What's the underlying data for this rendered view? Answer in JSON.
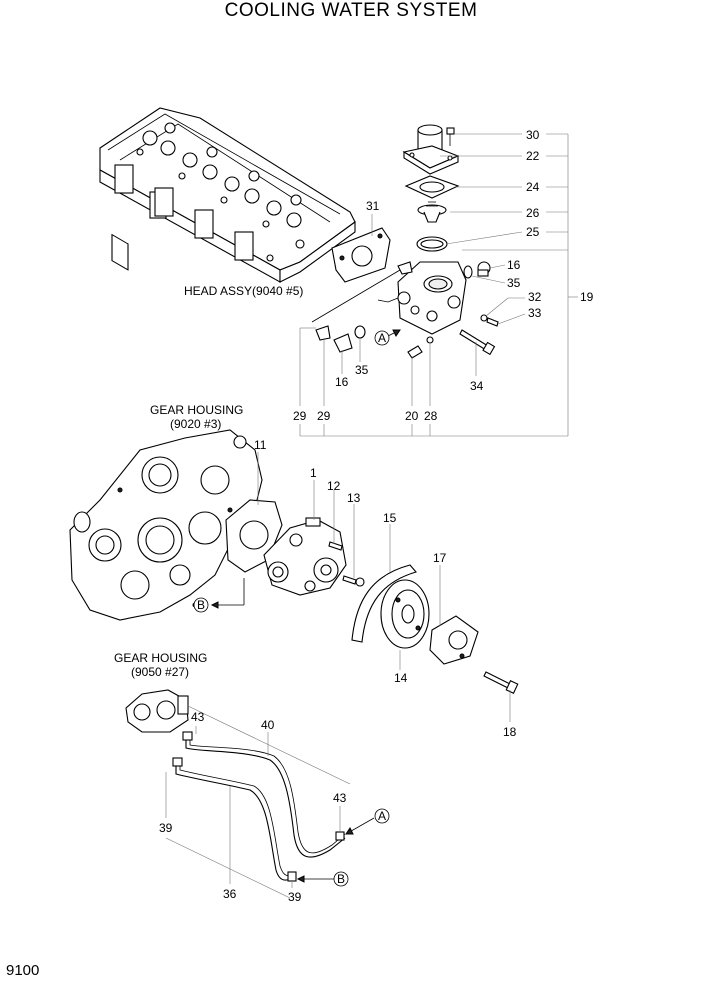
{
  "title": "COOLING WATER SYSTEM",
  "page_number": "9100",
  "assembly_labels": {
    "head_assy": "HEAD ASSY(9040 #5)",
    "gear_housing_1_line1": "GEAR HOUSING",
    "gear_housing_1_line2": "(9020 #3)",
    "gear_housing_2_line1": "GEAR HOUSING",
    "gear_housing_2_line2": "(9050 #27)"
  },
  "connectors": {
    "a": "A",
    "b": "B"
  },
  "callouts": {
    "p30": "30",
    "p22": "22",
    "p24": "24",
    "p26": "26",
    "p25": "25",
    "p31": "31",
    "p16a": "16",
    "p35a": "35",
    "p32": "32",
    "p33": "33",
    "p19": "19",
    "p16b": "16",
    "p35b": "35",
    "p34": "34",
    "p29a": "29",
    "p29b": "29",
    "p20": "20",
    "p28": "28",
    "p11": "11",
    "p1": "1",
    "p12": "12",
    "p13": "13",
    "p15": "15",
    "p17": "17",
    "p14": "14",
    "p18": "18",
    "p43a": "43",
    "p40": "40",
    "p43b": "43",
    "p39a": "39",
    "p36": "36",
    "p39b": "39"
  }
}
